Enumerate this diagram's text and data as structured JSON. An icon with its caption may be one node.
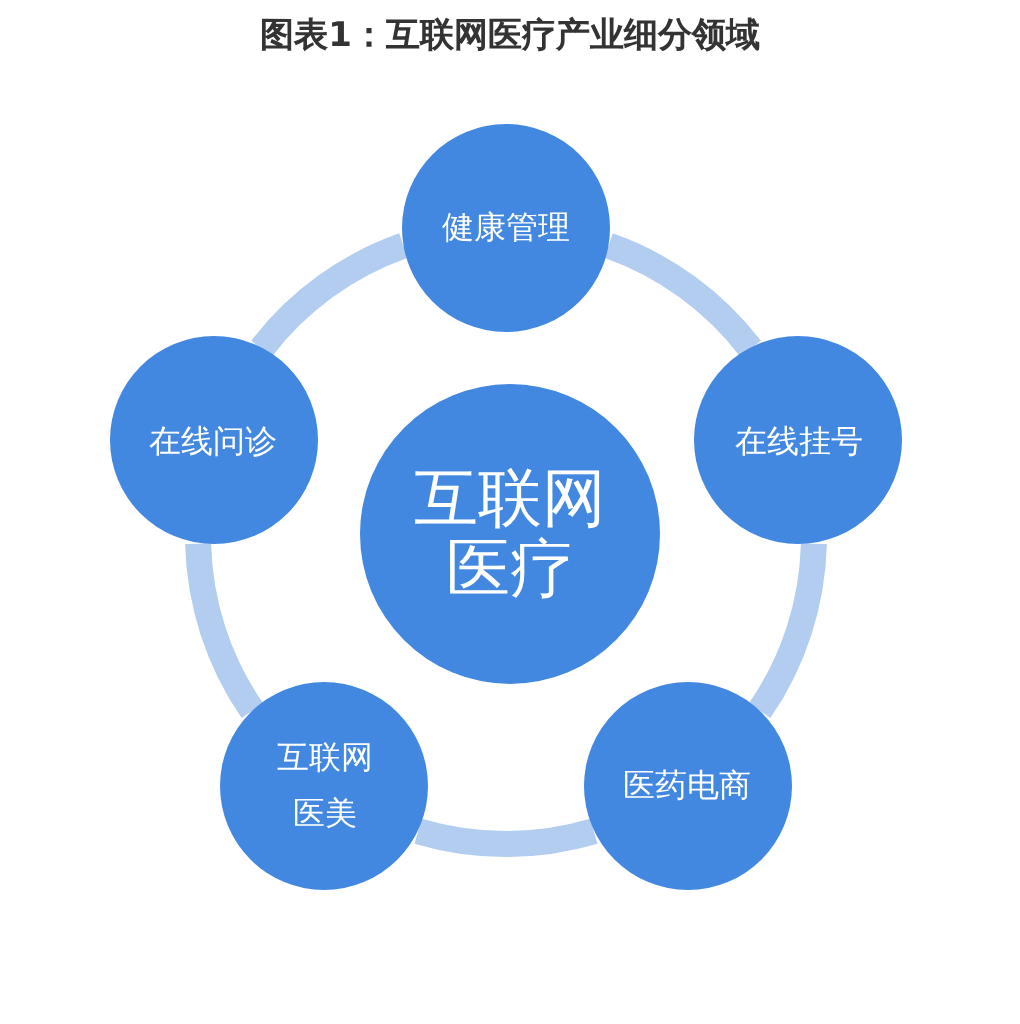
{
  "diagram": {
    "title": "图表1：互联网医疗产业细分领域",
    "nodes": [
      {
        "text": [
          "健康管理"
        ]
      },
      {
        "text": [
          "在线问诊"
        ]
      },
      {
        "text": [
          "在线挂号"
        ]
      },
      {
        "text": [
          "互联网医疗"
        ]
      },
      {
        "text": [
          "互联网医美"
        ]
      },
      {
        "text": [
          "医药电商"
        ]
      }
    ],
    "edges": [
      {
        "from": 0,
        "to": 2,
        "arrow": "none"
      },
      {
        "from": 2,
        "to": 5,
        "arrow": "none"
      },
      {
        "from": 5,
        "to": 4,
        "arrow": "none"
      },
      {
        "from": 4,
        "to": 1,
        "arrow": "none"
      },
      {
        "from": 1,
        "to": 0,
        "arrow": "none"
      }
    ]
  }
}
